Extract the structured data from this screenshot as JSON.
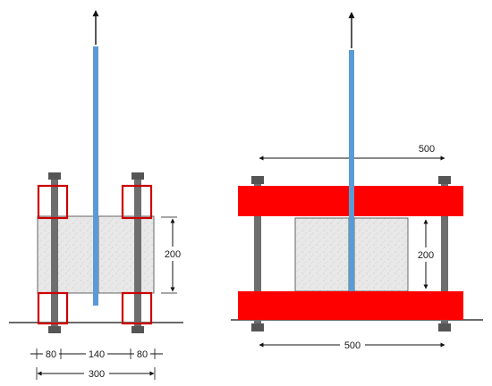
{
  "left_view": {
    "height_label": "200",
    "bottom_labels": {
      "left_width": "80",
      "middle_width": "140",
      "right_width": "80",
      "total_width": "300"
    }
  },
  "right_view": {
    "top_width_label": "500",
    "height_label": "200",
    "bottom_width_label": "500"
  },
  "colors": {
    "bar": "#5b9bd5",
    "clamp": "#ff0000",
    "clamp_outline": "#cc0000",
    "rod": "#6e6e6e",
    "concrete": "#e6e6e6"
  }
}
